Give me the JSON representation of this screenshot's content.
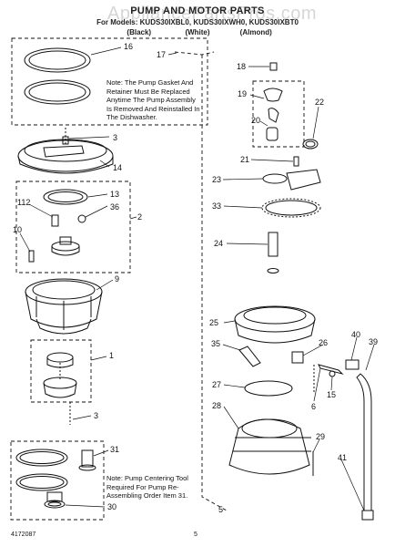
{
  "watermark": "AppliancePartsPros.com",
  "header": {
    "title": "PUMP AND MOTOR PARTS",
    "models": "For Models: KUDS30IXBL0, KUDS30IXWH0, KUDS30IXBT0",
    "colors": [
      "(Black)",
      "(White)",
      "(Almond)"
    ]
  },
  "notes": {
    "pump_gasket": "Note: The Pump Gasket And Retainer Must Be Replaced Anytime The Pump Assembly Is Removed And Reinstalled In The Dishwasher.",
    "centering_tool": "Note: Pump Centering Tool Required For Pump Re-Assembling Order Item 31."
  },
  "callouts": [
    "16",
    "3",
    "14",
    "13",
    "36",
    "2",
    "112",
    "10",
    "9",
    "1",
    "3",
    "31",
    "30",
    "17",
    "18",
    "19",
    "22",
    "20",
    "21",
    "23",
    "33",
    "24",
    "25",
    "26",
    "35",
    "40",
    "39",
    "27",
    "6",
    "15",
    "28",
    "29",
    "41",
    "5"
  ],
  "footer": {
    "doc_number": "4172087",
    "page_number": "5"
  }
}
